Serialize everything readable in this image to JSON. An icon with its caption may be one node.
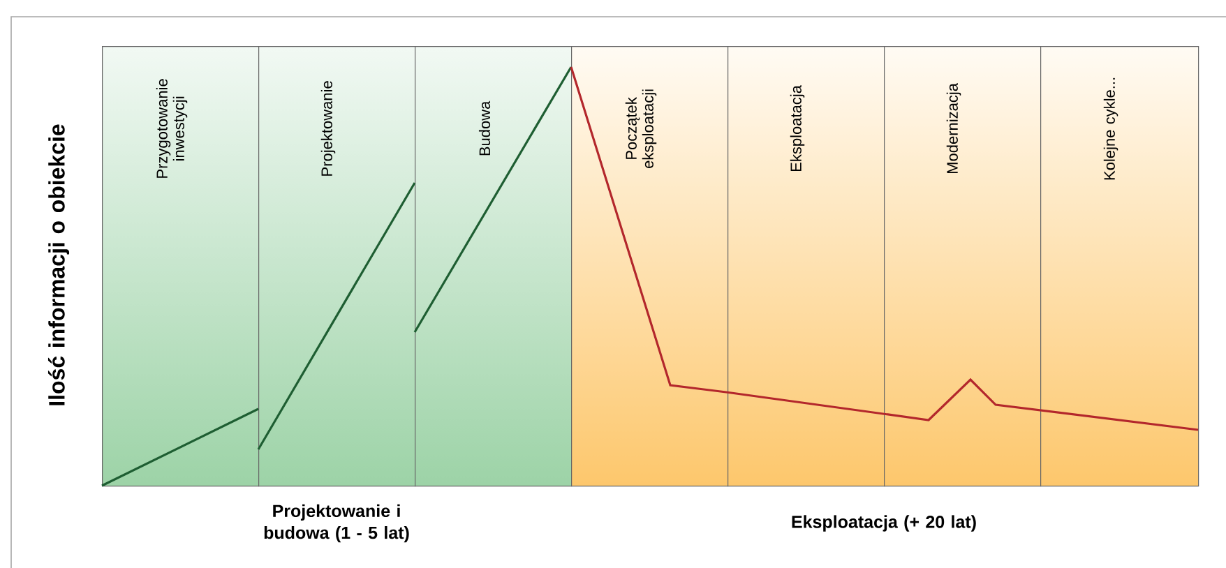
{
  "diagram": {
    "nodes": [
      {
        "text": [
          "Przygotowanie inwestycji"
        ]
      },
      {
        "text": [
          "Projektowanie"
        ]
      },
      {
        "text": [
          "Budowa"
        ]
      },
      {
        "text": [
          "Początek eksploatacji"
        ]
      },
      {
        "text": [
          "Eksploatacja"
        ]
      },
      {
        "text": [
          "Modernizacja"
        ]
      },
      {
        "text": [
          "Kolejne cykle..."
        ]
      }
    ],
    "labels": [
      "Ilość informacji o obiekcie",
      "Projektowanie i budowa (1 - 5 lat)",
      "Eksploatacja (+ 20 lat)"
    ]
  }
}
